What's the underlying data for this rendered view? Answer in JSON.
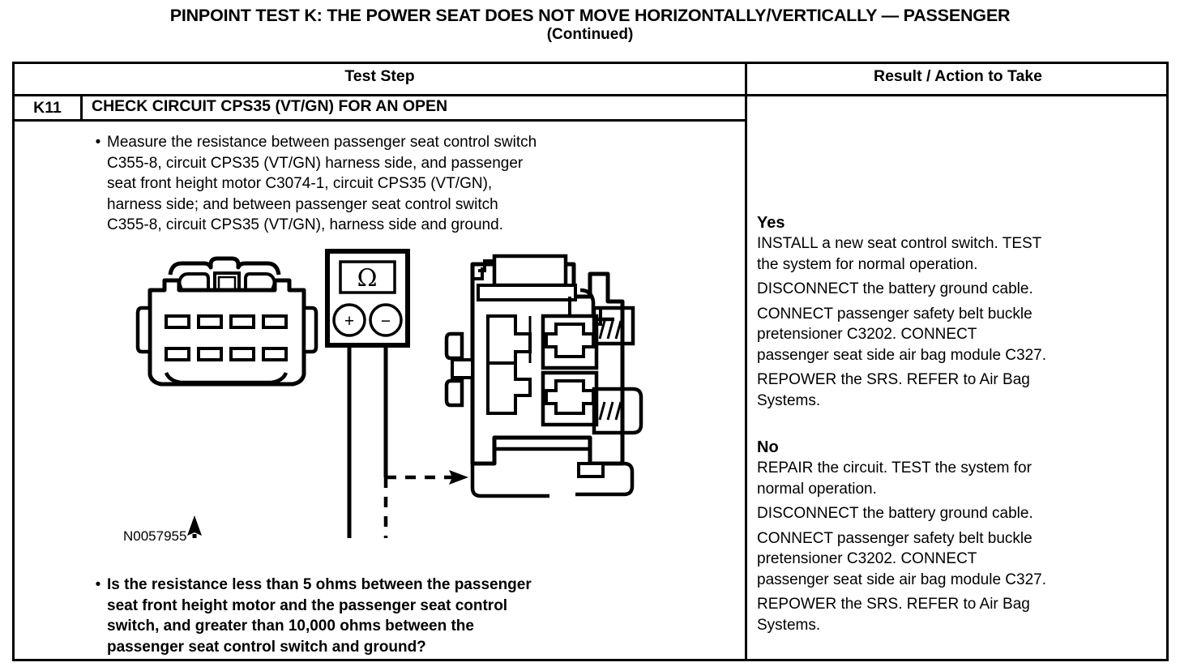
{
  "title": {
    "line1": "PINPOINT TEST  K: THE POWER SEAT DOES NOT MOVE HORIZONTALLY/VERTICALLY — PASSENGER",
    "line2": "(Continued)"
  },
  "table": {
    "headers": {
      "test_step": "Test Step",
      "result_action": "Result / Action to Take"
    },
    "step_id": "K11",
    "step_heading": "CHECK CIRCUIT CPS35 (VT/GN) FOR AN OPEN",
    "bullets": [
      {
        "marker": "•",
        "text": "Measure the resistance between passenger seat control switch\nC355-8, circuit CPS35 (VT/GN) harness side, and passenger\nseat front height motor C3074-1, circuit CPS35 (VT/GN),\nharness  side; and between passenger seat control switch\nC355-8, circuit CPS35 (VT/GN), harness side and ground.",
        "bold": false
      },
      {
        "marker": "•",
        "text": "Is the resistance less than 5 ohms between the passenger\nseat front height motor and the passenger seat control\nswitch, and greater than 10,000 ohms between the\npassenger seat control switch and ground?",
        "bold": true
      }
    ],
    "figure_id": "N0057955",
    "results": [
      {
        "label": "Yes",
        "paragraphs": [
          "INSTALL a new seat control switch. TEST\nthe system for normal operation.",
          "DISCONNECT the battery ground cable.",
          "CONNECT passenger safety belt buckle\npretensioner C3202. CONNECT\npassenger seat side air bag module C327.",
          "REPOWER the SRS. REFER to Air Bag\nSystems."
        ]
      },
      {
        "label": "No",
        "paragraphs": [
          "REPAIR the circuit. TEST the system for\nnormal operation.",
          "DISCONNECT the battery ground cable.",
          "CONNECT passenger safety belt buckle\npretensioner C3202. CONNECT\npassenger seat side air bag module C327.",
          "REPOWER the SRS. REFER to Air Bag\nSystems."
        ]
      }
    ]
  },
  "diagram": {
    "meter": {
      "display_symbol": "Ω",
      "positive_terminal": "+",
      "negative_terminal": "−"
    },
    "left_connector_name": "passenger-seat-control-switch-connector-C355",
    "right_connector_name": "passenger-seat-front-height-motor-connector-C3074",
    "ground_symbol_name": "chassis-ground"
  },
  "colors": {
    "ink": "#000000",
    "paper": "#ffffff"
  }
}
